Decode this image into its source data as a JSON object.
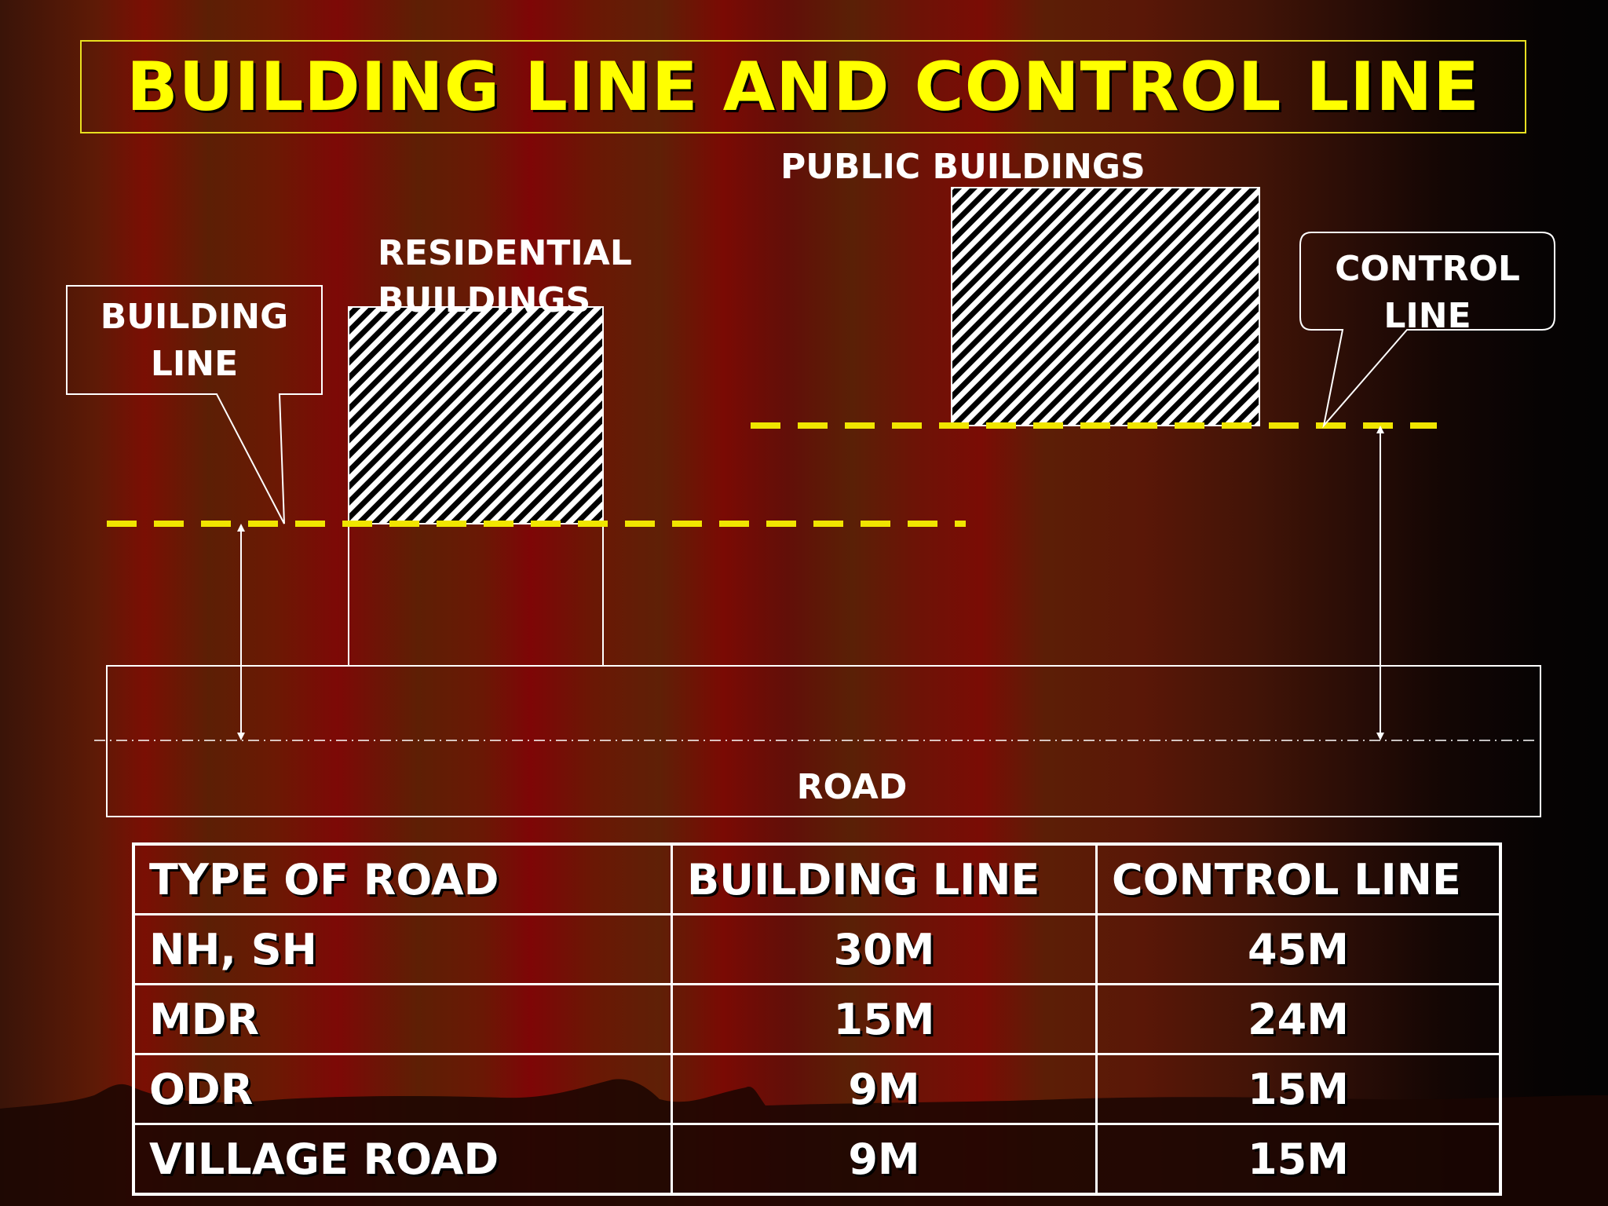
{
  "title": "BUILDING LINE AND CONTROL LINE",
  "diagram": {
    "public_buildings_label": "PUBLIC BUILDINGS",
    "residential_buildings_label": "RESIDENTIAL BUILDINGS",
    "building_line_callout": [
      "BUILDING",
      "LINE"
    ],
    "control_line_callout": [
      "CONTROL",
      "LINE"
    ],
    "road_label": "ROAD"
  },
  "colors": {
    "title_text": "#ffff00",
    "dashed_lines": "#f0e500",
    "labels": "#ffffff"
  },
  "table": {
    "headers": [
      "TYPE OF ROAD",
      "BUILDING LINE",
      "CONTROL LINE"
    ],
    "rows": [
      [
        "NH, SH",
        "30M",
        "45M"
      ],
      [
        "MDR",
        "15M",
        "24M"
      ],
      [
        "ODR",
        "9M",
        "15M"
      ],
      [
        "VILLAGE ROAD",
        "9M",
        "15M"
      ]
    ]
  }
}
